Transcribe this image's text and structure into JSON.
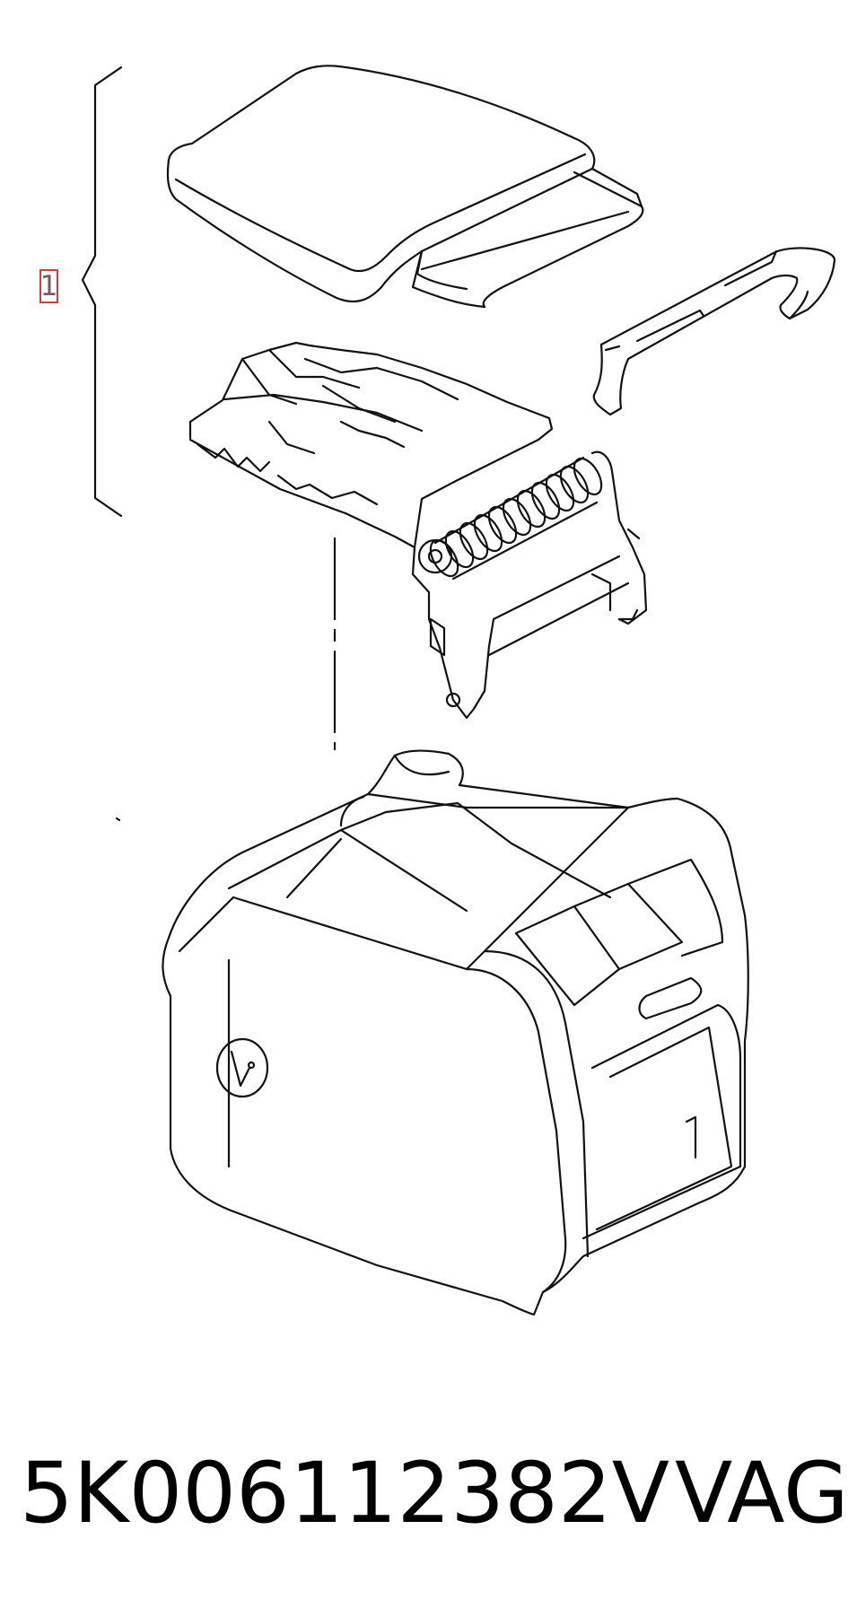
{
  "diagram": {
    "callout_label": "1",
    "callout_color": "#d23c3c",
    "line_color": "#111111",
    "parts": [
      "armrest-cushion",
      "trim-strip",
      "hinge-mechanism",
      "storage-console"
    ]
  },
  "caption": {
    "part_number": "5K006112382V",
    "brand": "VAG"
  }
}
